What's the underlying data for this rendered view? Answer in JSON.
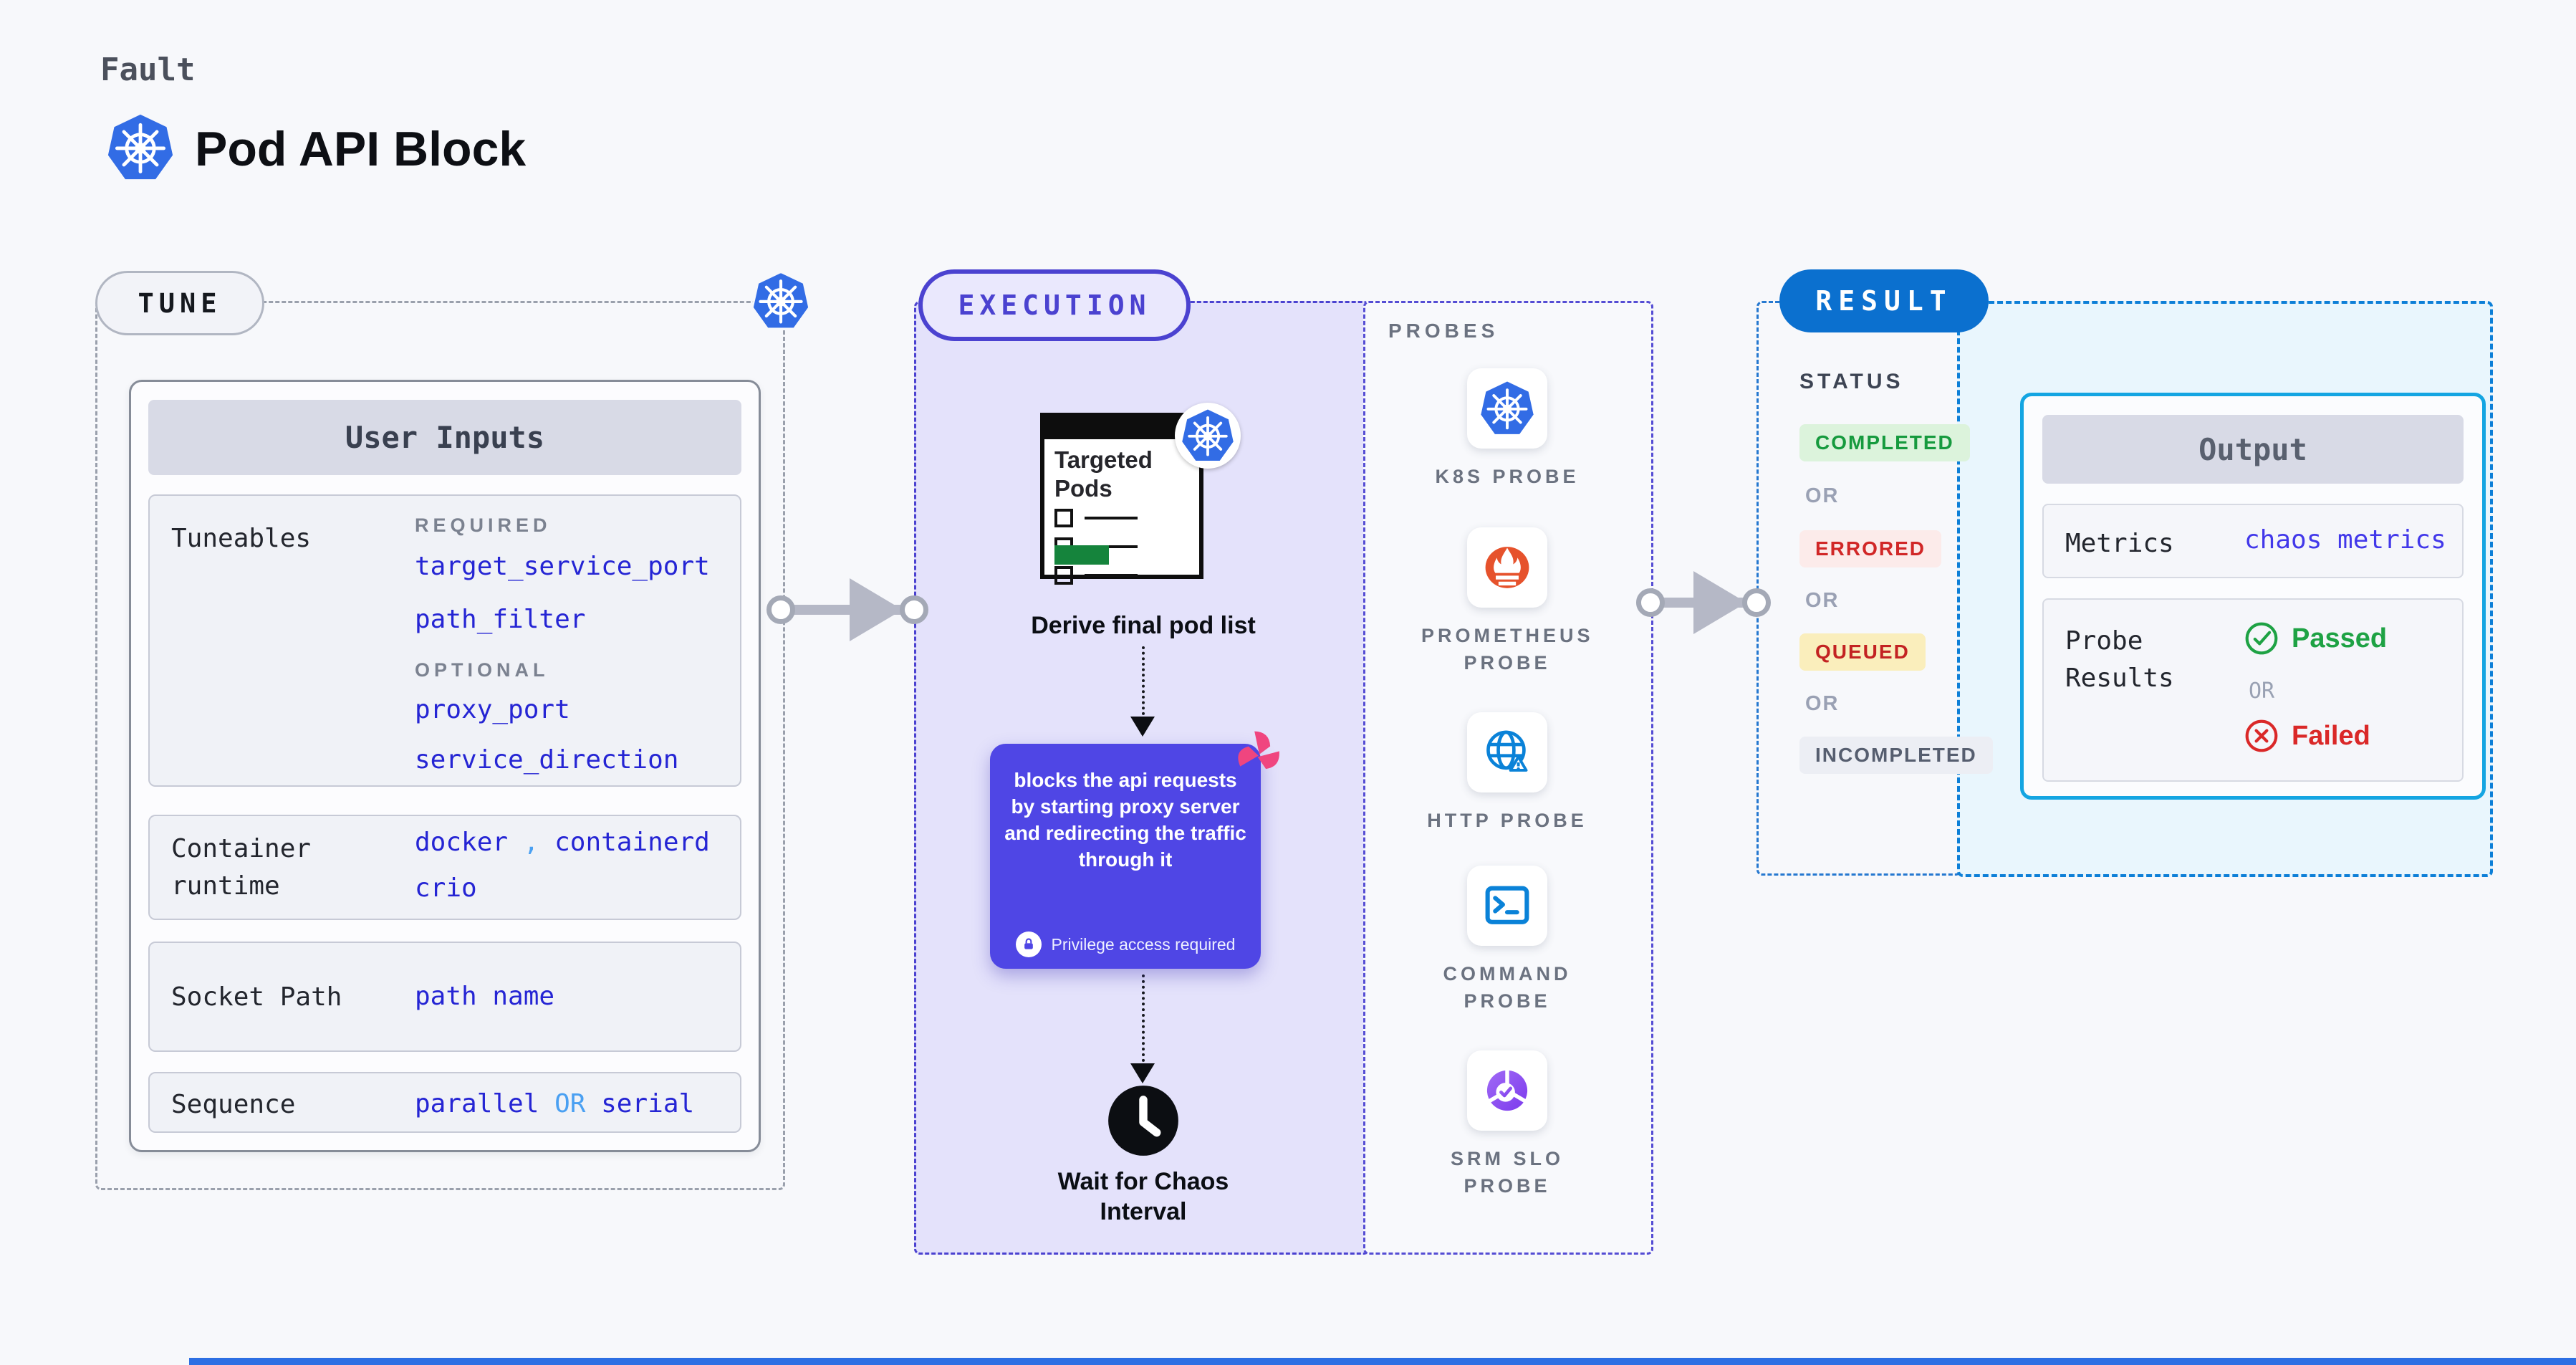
{
  "header": {
    "eyebrow": "Fault",
    "title": "Pod API Block"
  },
  "tune": {
    "label": "TUNE",
    "panel": {
      "title": "User Inputs",
      "tuneables": {
        "label": "Tuneables",
        "required_heading": "REQUIRED",
        "required": [
          "target_service_port",
          "path_filter"
        ],
        "optional_heading": "OPTIONAL",
        "optional": [
          "proxy_port",
          "service_direction"
        ]
      },
      "runtime": {
        "label": "Container runtime",
        "value1": "docker",
        "separator": ",",
        "value2": "containerd",
        "value3": "crio"
      },
      "socket": {
        "label": "Socket Path",
        "value": "path name"
      },
      "sequence": {
        "label": "Sequence",
        "value1": "parallel",
        "or": "OR",
        "value2": "serial"
      }
    }
  },
  "execution": {
    "label": "EXECUTION",
    "pod_window_title": "Targeted Pods",
    "derive_caption": "Derive final pod list",
    "action_description": "blocks the api requests by starting proxy server and redirecting the traffic through it",
    "privilege_note": "Privilege access required",
    "wait_caption": "Wait for Chaos Interval"
  },
  "probes": {
    "label": "PROBES",
    "items": [
      {
        "label": "K8S PROBE",
        "icon": "kubernetes-icon"
      },
      {
        "label": "PROMETHEUS PROBE",
        "icon": "prometheus-icon"
      },
      {
        "label": "HTTP PROBE",
        "icon": "globe-warning-icon"
      },
      {
        "label": "COMMAND PROBE",
        "icon": "terminal-icon"
      },
      {
        "label": "SRM SLO PROBE",
        "icon": "slo-donut-check-icon"
      }
    ]
  },
  "result": {
    "label": "RESULT",
    "status_heading": "STATUS",
    "or": "OR",
    "statuses": [
      {
        "label": "COMPLETED",
        "tone": "success"
      },
      {
        "label": "ERRORED",
        "tone": "error"
      },
      {
        "label": "QUEUED",
        "tone": "warning"
      },
      {
        "label": "INCOMPLETED",
        "tone": "neutral"
      }
    ],
    "output": {
      "title": "Output",
      "metrics_label": "Metrics",
      "metrics_value": "chaos metrics",
      "probe_results_label": "Probe Results",
      "passed": "Passed",
      "or": "OR",
      "failed": "Failed"
    }
  },
  "colors": {
    "kubernetes_blue": "#326ce5",
    "execution_indigo": "#4f46e5",
    "result_blue": "#0b70cf",
    "output_cyan": "#14a5e2",
    "success_green": "#1ea244",
    "error_red": "#da2828",
    "queued_yellow": "#faeebc",
    "prometheus_orange": "#e6522c",
    "litmus_pink": "#f0457f"
  }
}
